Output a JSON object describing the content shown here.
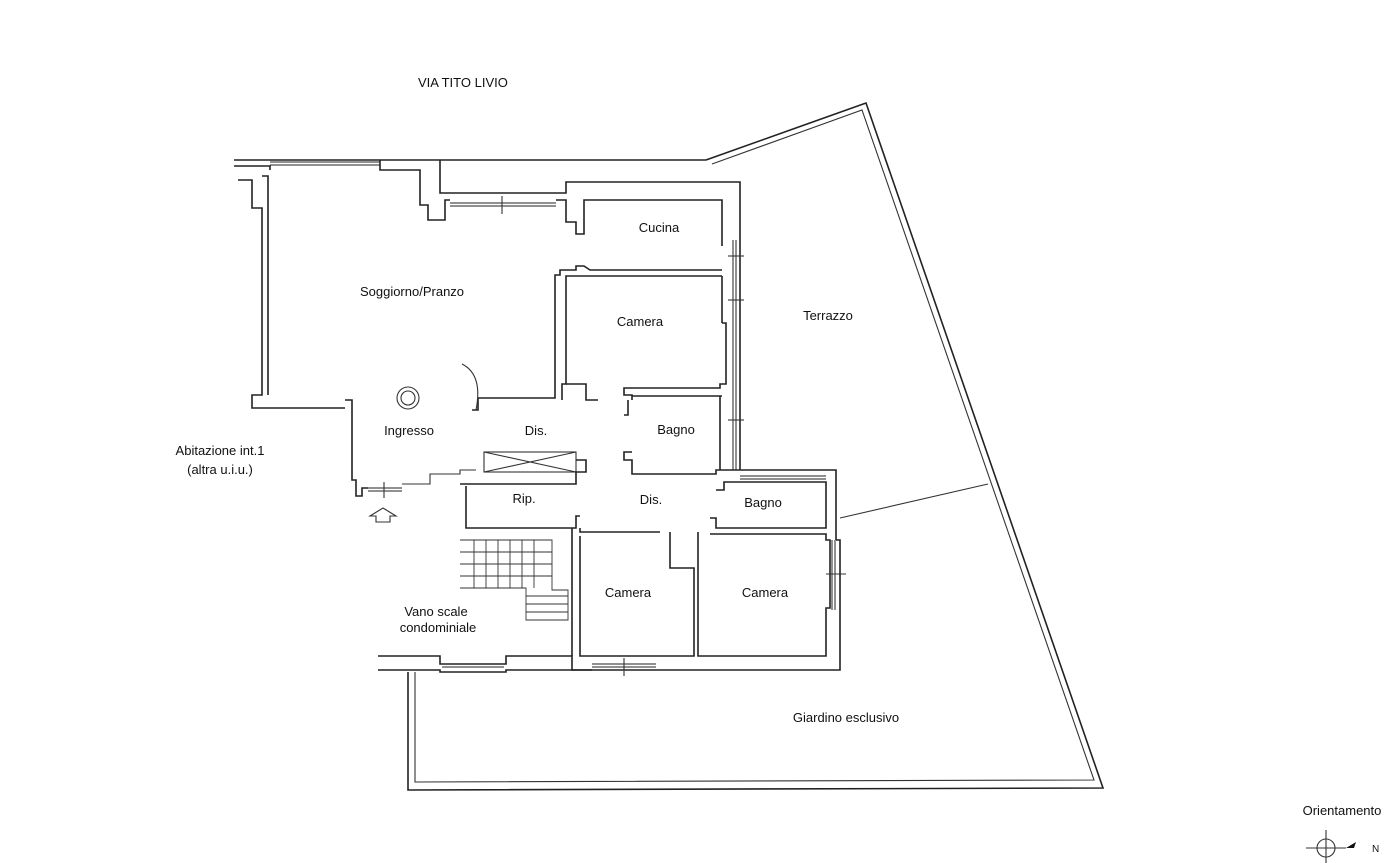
{
  "street_label": "VIA TITO LIVIO",
  "rooms": {
    "cucina": "Cucina",
    "soggiorno": "Soggiorno/Pranzo",
    "camera_top": "Camera",
    "terrazzo": "Terrazzo",
    "ingresso": "Ingresso",
    "dis_1": "Dis.",
    "bagno_1": "Bagno",
    "rip": "Rip.",
    "dis_2": "Dis.",
    "bagno_2": "Bagno",
    "camera_left": "Camera",
    "camera_right": "Camera",
    "vano_scale_line1": "Vano scale",
    "vano_scale_line2": "condominiale",
    "giardino": "Giardino esclusivo"
  },
  "neighbor": {
    "line1": "Abitazione int.1",
    "line2": "(altra u.i.u.)"
  },
  "orientation": {
    "title": "Orientamento",
    "north_letter": "N"
  }
}
